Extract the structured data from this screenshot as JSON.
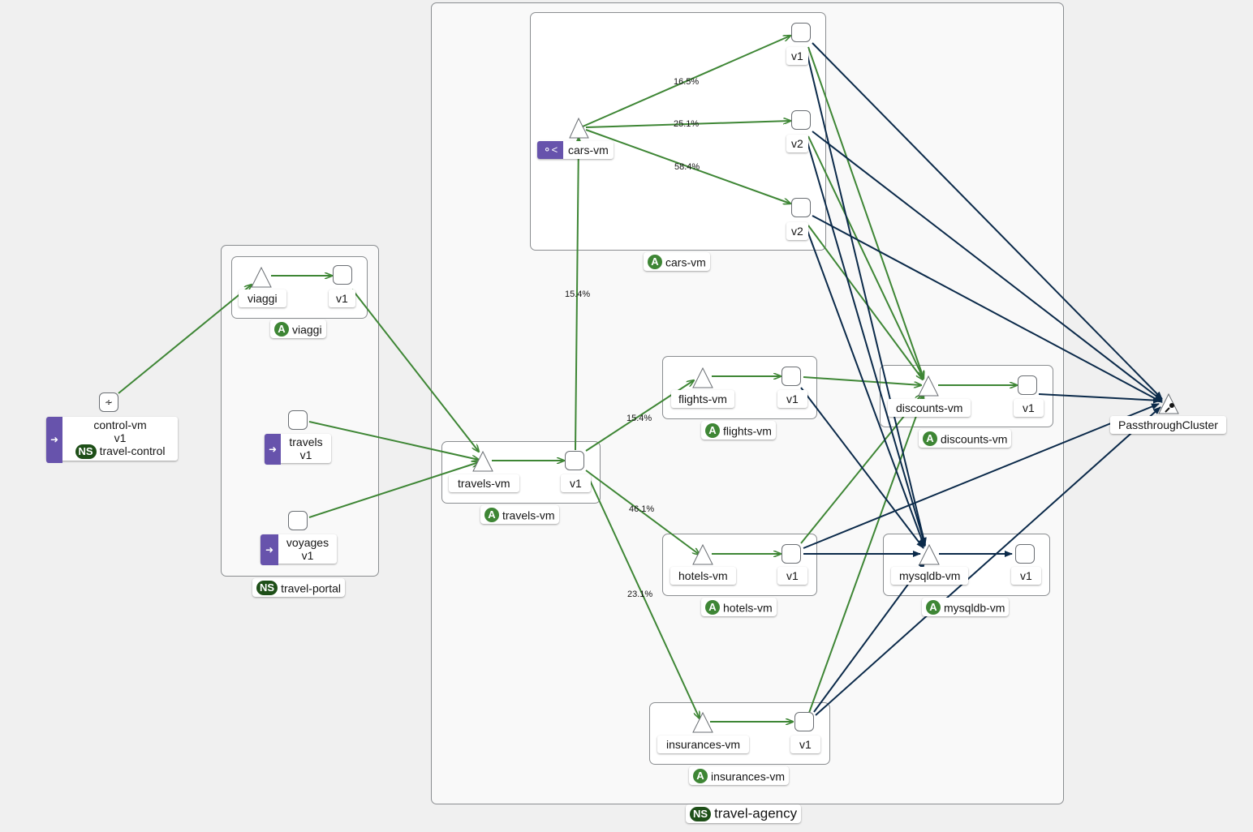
{
  "namespaces": {
    "travel_agency": "travel-agency",
    "travel_portal": "travel-portal",
    "travel_control": "travel-control",
    "badge_ns": "NS",
    "badge_app": "A"
  },
  "apps": {
    "cars_vm": "cars-vm",
    "viaggi": "viaggi",
    "flights_vm": "flights-vm",
    "discounts_vm": "discounts-vm",
    "travels_vm": "travels-vm",
    "hotels_vm": "hotels-vm",
    "mysqldb_vm": "mysqldb-vm",
    "insurances_vm": "insurances-vm"
  },
  "services": {
    "cars_vm": "cars-vm",
    "viaggi": "viaggi",
    "flights_vm": "flights-vm",
    "discounts_vm": "discounts-vm",
    "travels_vm": "travels-vm",
    "hotels_vm": "hotels-vm",
    "mysqldb_vm": "mysqldb-vm",
    "insurances_vm": "insurances-vm"
  },
  "versions": {
    "cars_v1": "v1",
    "cars_v2a": "v2",
    "cars_v2b": "v2",
    "viaggi_v1": "v1",
    "flights_v1": "v1",
    "discounts_v1": "v1",
    "travels_v1": "v1",
    "hotels_v1": "v1",
    "mysqldb_v1": "v1",
    "insurances_v1": "v1"
  },
  "workloads": {
    "control_name": "control-vm",
    "control_version": "v1",
    "travels_name": "travels",
    "travels_version": "v1",
    "voyages_name": "voyages",
    "voyages_version": "v1"
  },
  "external": {
    "passthrough": "PassthroughCluster"
  },
  "edge_labels": {
    "cars_v1": "16.5%",
    "cars_v2a": "25.1%",
    "cars_v2b": "58.4%",
    "travels_to_cars": "15.4%",
    "travels_to_flights": "15.4%",
    "travels_to_hotels": "46.1%",
    "travels_to_insurances": "23.1%"
  },
  "colors": {
    "edge_green": "#3e8635",
    "edge_navy": "#0b2a4a",
    "service_purple": "#6753ac",
    "app_badge": "#3e8635",
    "ns_badge": "#1e4f18"
  }
}
